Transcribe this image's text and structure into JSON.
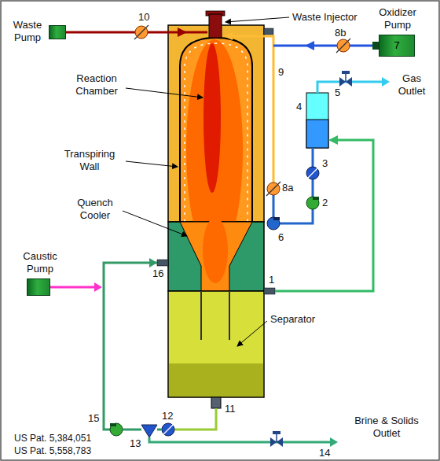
{
  "diagram": {
    "nodes": [
      {
        "text": [
          "Waste Pump"
        ]
      },
      {
        "text": [
          "Oxidizer Pump",
          "7"
        ]
      },
      {
        "text": [
          "Caustic Pump"
        ]
      }
    ],
    "labels": [
      "Waste Injector",
      "10",
      "8b",
      "Reaction Chamber",
      "Transpiring Wall",
      "9",
      "Gas Outlet",
      "5",
      "4",
      "8a",
      "6",
      "3",
      "2",
      "1",
      "Quench Cooler",
      "16",
      "Separator",
      "11",
      "15",
      "13",
      "12",
      "14",
      "Brine & Solids Outlet",
      "US Pat. 5,384,051",
      "US Pat. 5,558,783"
    ]
  }
}
